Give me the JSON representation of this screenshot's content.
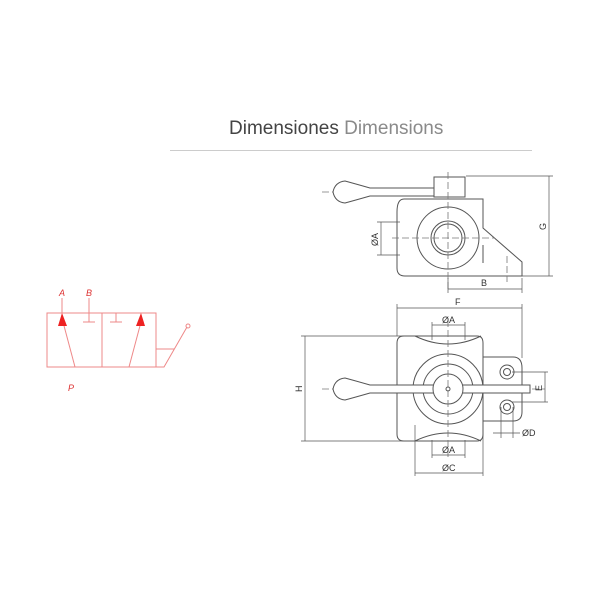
{
  "title": {
    "spanish": "Dimensiones",
    "english": "Dimensions"
  },
  "side_view": {
    "labels": {
      "diam_a": "ØA",
      "g": "G",
      "b": "B"
    }
  },
  "top_view": {
    "labels": {
      "f": "F",
      "diam_a_top": "ØA",
      "diam_a_bottom": "ØA",
      "h": "H",
      "e": "E",
      "diam_d": "ØD",
      "diam_c": "ØC"
    }
  },
  "symbol": {
    "ports": {
      "a": "A",
      "b": "B",
      "p": "P"
    },
    "color": "#dd2222"
  }
}
